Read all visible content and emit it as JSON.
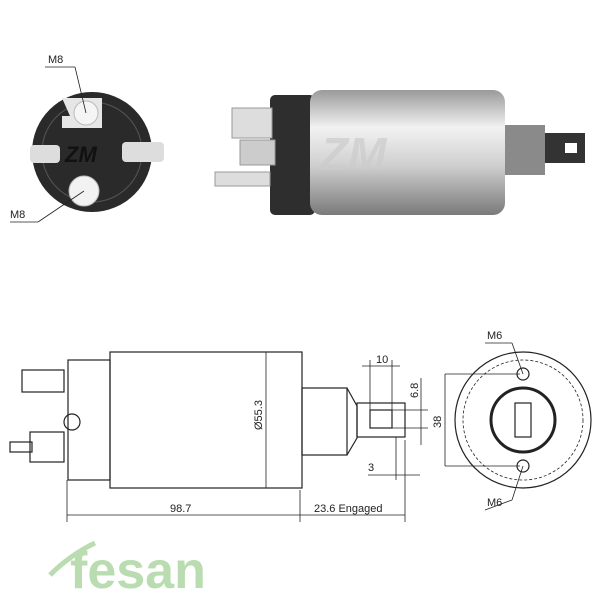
{
  "photo_labels": {
    "top_terminal": "M8",
    "bottom_terminal": "M8"
  },
  "drawing": {
    "body_length": "98.7",
    "plunger_travel": "23.6 Engaged",
    "body_diameter": "Ø55.3",
    "slot_width": "10",
    "slot_height": "6.8",
    "slot_offset": "3",
    "mount_spacing": "38",
    "mount_top": "M6",
    "mount_bottom": "M6"
  },
  "watermark": "fesan",
  "colors": {
    "brand_green": "#b9dcb0",
    "body_silver": "#d8d8d8",
    "dark_cap": "#2a2a2a"
  }
}
